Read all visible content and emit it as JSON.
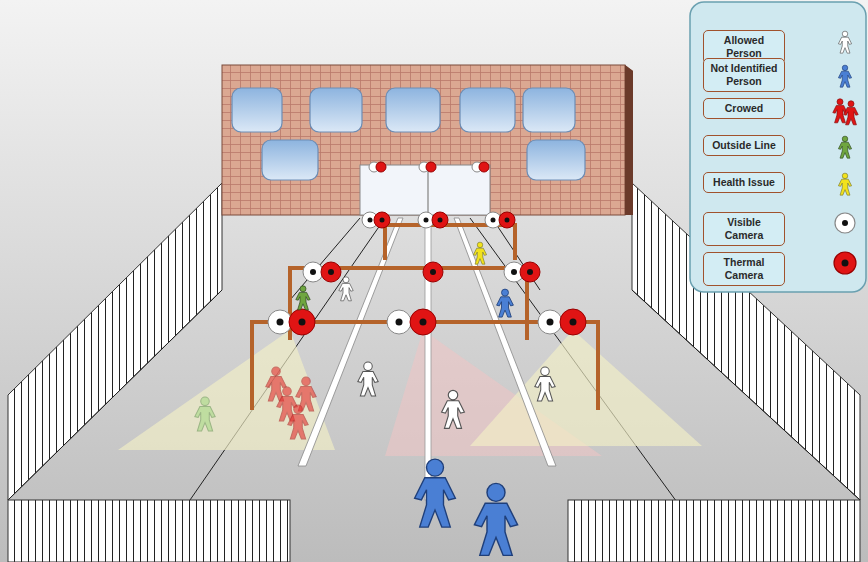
{
  "diagram": {
    "legend": [
      {
        "text": "Allowed Person"
      },
      {
        "text": "Not Identified Person"
      },
      {
        "text": "Crowed"
      },
      {
        "text": "Outside Line"
      },
      {
        "text": "Health Issue"
      },
      {
        "text": "Visible Camera"
      },
      {
        "text": "Thermal Camera"
      }
    ]
  }
}
